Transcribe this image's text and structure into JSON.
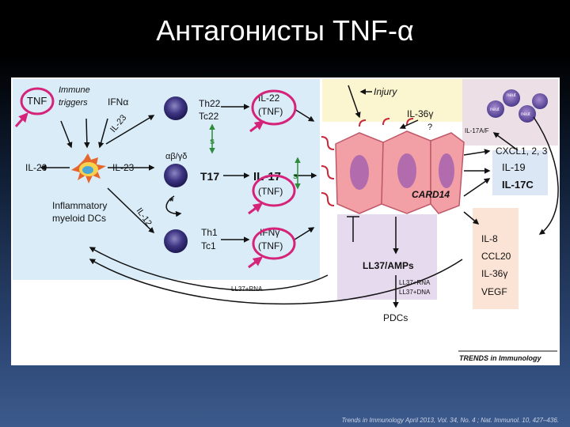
{
  "slide": {
    "title": "Антагонисты TNF-α",
    "citation": "Trends in Immunology April 2013, Vol. 34, No. 4 ; Nat. Immunol. 10, 427–436."
  },
  "figure": {
    "journal_mark": "TRENDS in Immunology",
    "left_panel": {
      "tnf": "TNF",
      "immune_triggers_1": "Immune",
      "immune_triggers_2": "triggers",
      "ifna": "IFNα",
      "il23_diag": "IL-23",
      "il20": "IL-20",
      "il23": "IL-23",
      "myeloid_1": "Inflammatory",
      "myeloid_2": "myeloid DCs",
      "il12_diag": "IL-12",
      "th22": "Th22",
      "tc22": "Tc22",
      "ab_gd": "αβ/γδ",
      "t17": "T17",
      "asterisk": "*",
      "th1": "Th1",
      "tc1": "Tc1",
      "il22": "IL-22",
      "tnf1": "(TNF)",
      "il17": "IL-17",
      "tnf2": "(TNF)",
      "ifng": "IFNγ",
      "tnf3": "(TNF)",
      "s1": "s",
      "s2": "s",
      "ll37rna": "LL37+RNA"
    },
    "right_panel": {
      "injury": "Injury",
      "il36g_top": "IL-36γ",
      "question": "?",
      "neut": "neut",
      "il17af": "IL-17A/F",
      "cxcl": "CXCL1, 2, 3",
      "il19": "IL-19",
      "il17c": "IL-17C",
      "card14": "CARD14",
      "ll37_amps": "LL37/AMPs",
      "ll37rna2": "LL37+RNA",
      "ll37dna": "LL37+DNA",
      "pdcs": "PDCs",
      "il8": "IL-8",
      "ccl20": "CCL20",
      "il36g": "IL-36γ",
      "vegf": "VEGF"
    }
  },
  "colors": {
    "panel_blue": "#d9ecf8",
    "panel_yellow": "#fbf6cf",
    "panel_lilac": "#e6daee",
    "panel_peach": "#fbe3d6",
    "panel_pinkgrey": "#ecdfe6",
    "box_blue": "#dbe7f4",
    "highlight": "#d6237a",
    "keratinocyte": "#f2a0a6",
    "nucleus": "#b26cae",
    "signal_green": "#2e8b3a"
  }
}
